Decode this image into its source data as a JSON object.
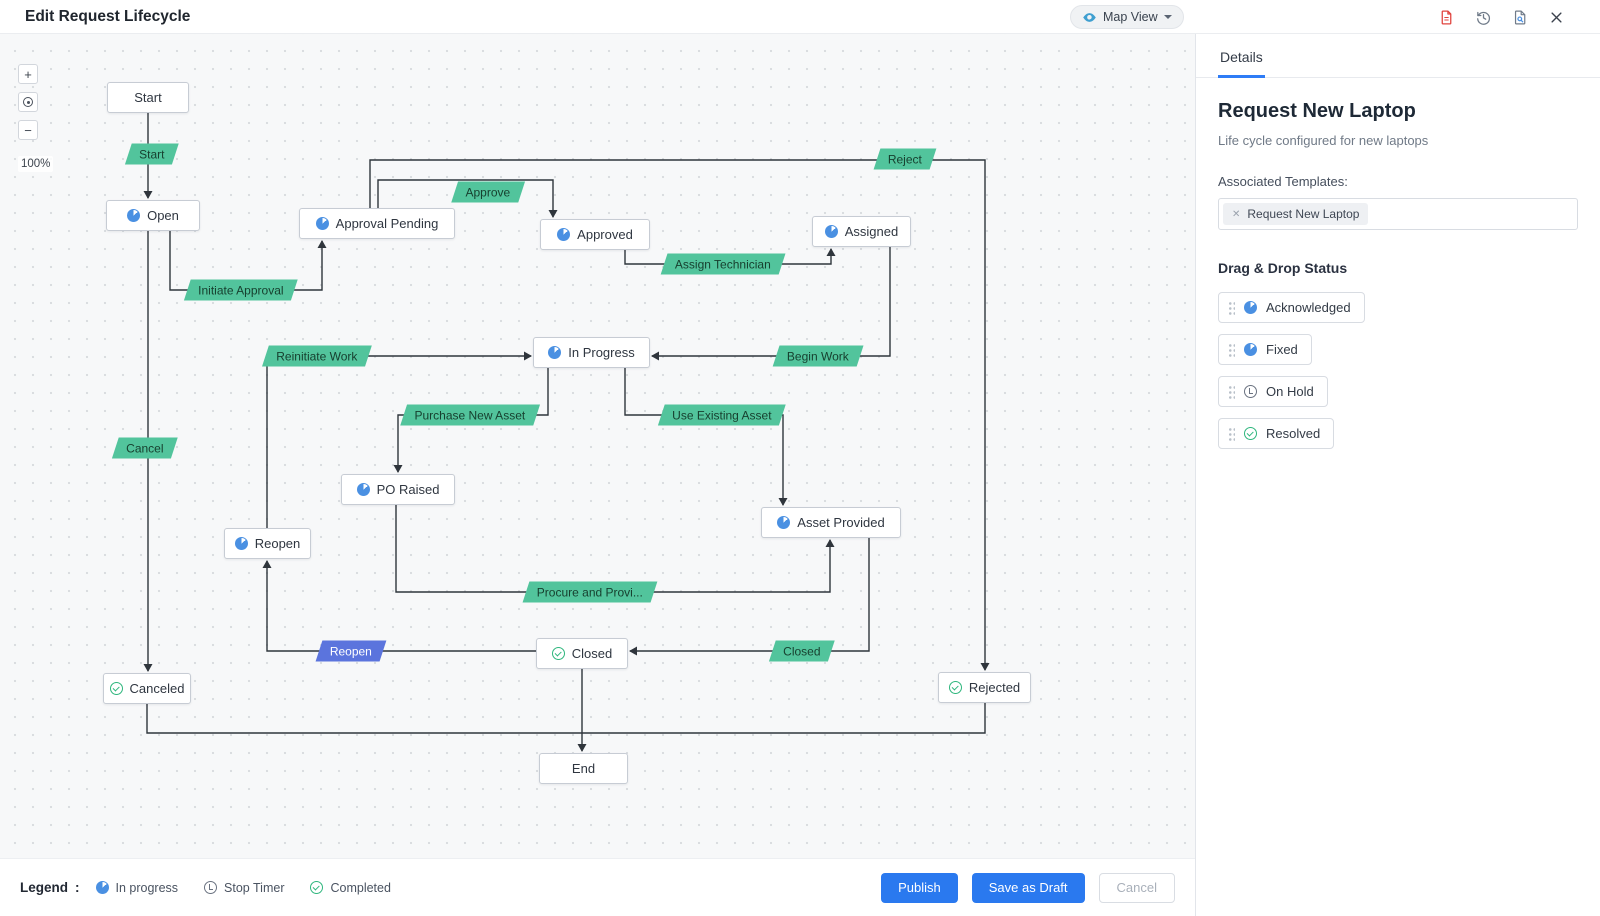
{
  "header": {
    "title": "Edit Request Lifecycle",
    "map_view": {
      "label": "Map View",
      "icon": "eye-icon"
    },
    "action_icons": [
      {
        "name": "pdf-export-icon",
        "color": "#e0443e"
      },
      {
        "name": "history-icon",
        "color": "#707b89"
      },
      {
        "name": "preview-icon",
        "color": "#707b89"
      },
      {
        "name": "close-icon",
        "color": "#3a414c"
      }
    ]
  },
  "canvas": {
    "zoom": {
      "zoom_in": "+",
      "zoom_out": "−",
      "locate_icon": "target-icon",
      "level": "100%"
    },
    "nodes": [
      {
        "label": "Start",
        "icon": "none"
      },
      {
        "label": "Open",
        "icon": "in-progress-icon"
      },
      {
        "label": "Approval Pending",
        "icon": "in-progress-icon"
      },
      {
        "label": "Approved",
        "icon": "in-progress-icon"
      },
      {
        "label": "Assigned",
        "icon": "in-progress-icon"
      },
      {
        "label": "In Progress",
        "icon": "in-progress-icon"
      },
      {
        "label": "PO Raised",
        "icon": "in-progress-icon"
      },
      {
        "label": "Reopen",
        "icon": "in-progress-icon"
      },
      {
        "label": "Asset Provided",
        "icon": "in-progress-icon"
      },
      {
        "label": "Closed",
        "icon": "completed-icon"
      },
      {
        "label": "Canceled",
        "icon": "completed-icon"
      },
      {
        "label": "Rejected",
        "icon": "completed-icon"
      },
      {
        "label": "End",
        "icon": "none"
      }
    ],
    "transitions": [
      {
        "label": "Start",
        "type": "green"
      },
      {
        "label": "Approve",
        "type": "green"
      },
      {
        "label": "Reject",
        "type": "green"
      },
      {
        "label": "Initiate Approval",
        "type": "green"
      },
      {
        "label": "Assign Technician",
        "type": "green"
      },
      {
        "label": "Reinitiate Work",
        "type": "green"
      },
      {
        "label": "Begin Work",
        "type": "green"
      },
      {
        "label": "Purchase New Asset",
        "type": "green"
      },
      {
        "label": "Use Existing Asset",
        "type": "green"
      },
      {
        "label": "Cancel",
        "type": "green"
      },
      {
        "label": "Procure and Provi...",
        "type": "green"
      },
      {
        "label": "Reopen",
        "type": "blue"
      },
      {
        "label": "Closed",
        "type": "green"
      }
    ]
  },
  "panel": {
    "tab": "Details",
    "title": "Request New Laptop",
    "subtitle": "Life cycle configured for new laptops",
    "associated_templates_label": "Associated Templates:",
    "template_chip": "Request New Laptop",
    "template_chip_remove": "✕",
    "drag_drop_label": "Drag & Drop Status",
    "statuses": [
      {
        "label": "Acknowledged",
        "icon": "in-progress-icon"
      },
      {
        "label": "Fixed",
        "icon": "in-progress-icon"
      },
      {
        "label": "On Hold",
        "icon": "stop-timer-icon"
      },
      {
        "label": "Resolved",
        "icon": "completed-icon"
      }
    ]
  },
  "legend": {
    "label": "Legend",
    "separator": ":",
    "items": [
      {
        "label": "In progress",
        "icon": "in-progress-icon"
      },
      {
        "label": "Stop Timer",
        "icon": "stop-timer-icon"
      },
      {
        "label": "Completed",
        "icon": "completed-icon"
      }
    ]
  },
  "footer": {
    "publish": "Publish",
    "save_draft": "Save as Draft",
    "cancel": "Cancel"
  },
  "colors": {
    "accent_blue": "#2a79ef",
    "transition_green": "#52c49c",
    "transition_blue": "#5b74dd",
    "status_in_progress": "#4a90e2",
    "status_completed": "#2eb67d",
    "status_hold": "#6a7280",
    "pdf_red": "#e0443e"
  }
}
